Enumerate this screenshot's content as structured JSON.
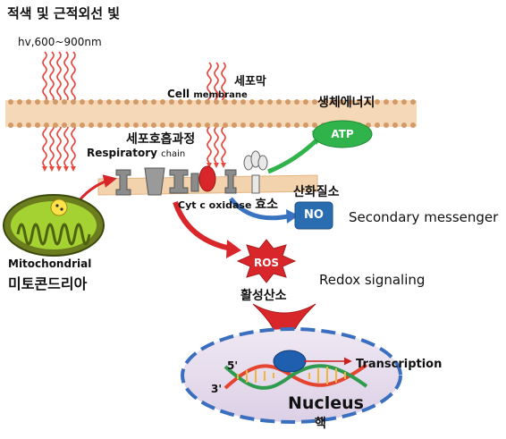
{
  "title": "적색 및 근적외선 빛",
  "wavelength": "hv,600~900nm",
  "membrane": {
    "ko": "세포막",
    "en_main": "Cell",
    "en_sub": "membrane"
  },
  "respiratory": {
    "ko": "세포호흡과정",
    "en_main": "Respiratory",
    "en_sub": "chain"
  },
  "enzyme": {
    "en": "Cyt c oxidase",
    "ko": "효소"
  },
  "atp": {
    "label": "ATP",
    "ko": "생체에너지"
  },
  "no": {
    "label": "NO",
    "ko": "산화질소",
    "role": "Secondary messenger"
  },
  "ros": {
    "label": "ROS",
    "ko": "활성산소",
    "role": "Redox signaling"
  },
  "mitochondria": {
    "en": "Mitochondrial",
    "ko": "미토콘드리아"
  },
  "nucleus": {
    "en": "Nucleus",
    "ko": "핵",
    "transcription": "Transcription",
    "prime5": "5'",
    "prime3": "3'"
  },
  "colors": {
    "atp": "#2fb34a",
    "no": "#2a6cb0",
    "ros": "#d8262a",
    "arrow_red": "#d8262a",
    "membrane": "#f2c9a0",
    "mito": "#6b7d1e",
    "nucleus": "#e4dbeb"
  }
}
